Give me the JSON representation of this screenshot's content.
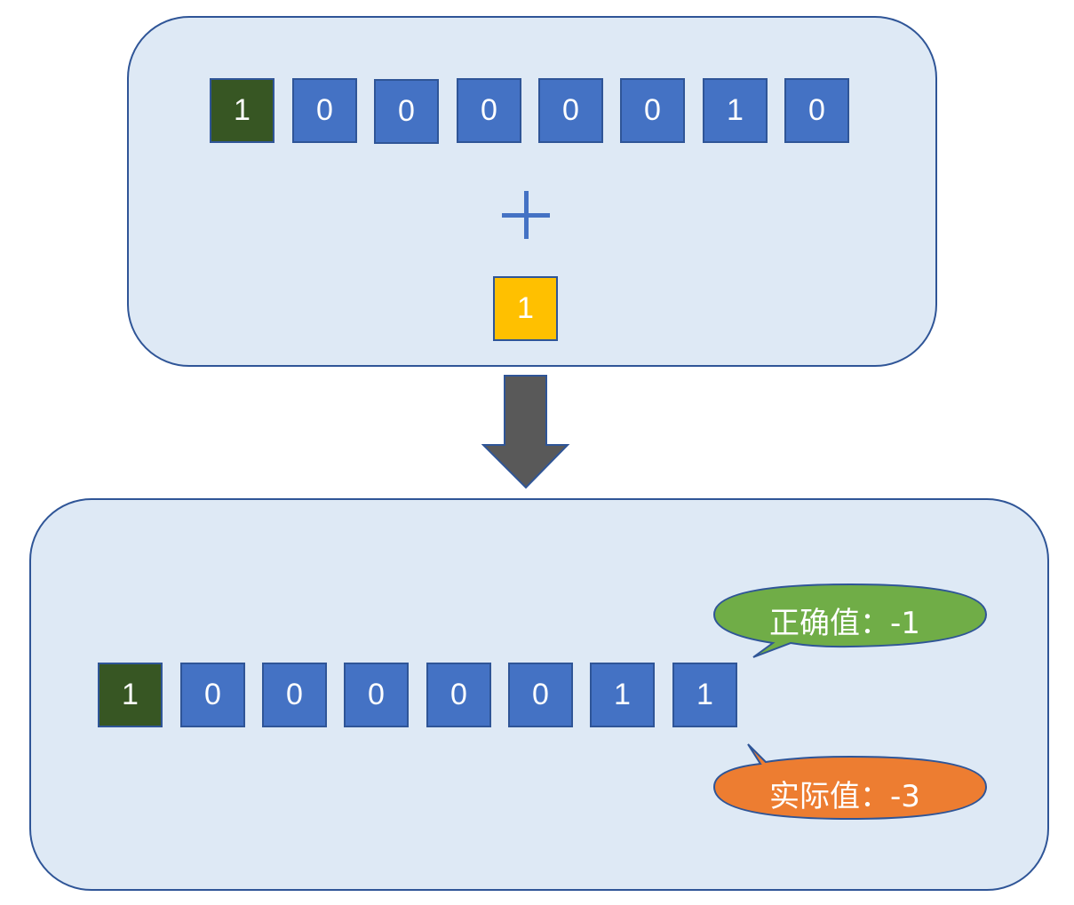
{
  "top_panel": {
    "bits": [
      "1",
      "0",
      "0",
      "0",
      "0",
      "0",
      "1",
      "0"
    ],
    "operator": "+",
    "addend": "1"
  },
  "bottom_panel": {
    "bits": [
      "1",
      "0",
      "0",
      "0",
      "0",
      "0",
      "1",
      "1"
    ],
    "correct_callout": {
      "label": "正确值：-1",
      "color": "#70ad47"
    },
    "actual_callout": {
      "label": "实际值：-3",
      "color": "#ed7d31"
    }
  },
  "colors": {
    "panel_fill": "#dee9f5",
    "panel_border": "#2f5597",
    "bit_fill": "#4472c4",
    "sign_bit_fill": "#375623",
    "addend_fill": "#ffc000",
    "arrow_fill": "#595959"
  },
  "icons": {
    "operator": "plus-icon",
    "transition": "down-arrow-icon"
  }
}
